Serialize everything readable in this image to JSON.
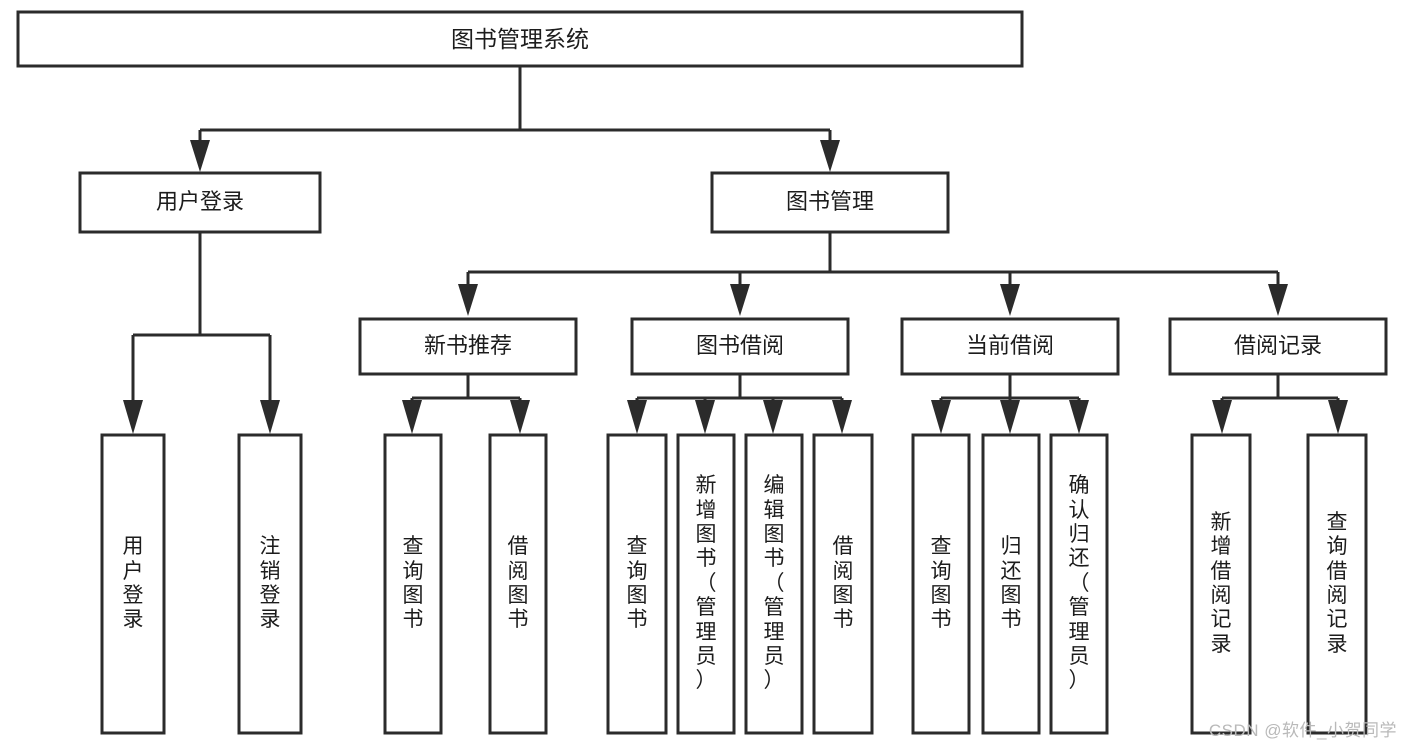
{
  "diagram": {
    "type": "tree-hierarchy",
    "title": "图书管理系统",
    "watermark": "CSDN @软件_小贺同学",
    "colors": {
      "box_stroke": "#2b2b2b",
      "box_fill": "#ffffff",
      "text": "#1c1c1c",
      "background": "#ffffff",
      "watermark": "#b9b9b9"
    },
    "root": {
      "label": "图书管理系统",
      "name": "root-node-library-management-system"
    },
    "level2": [
      {
        "label": "用户登录",
        "name": "node-user-login"
      },
      {
        "label": "图书管理",
        "name": "node-book-management"
      }
    ],
    "level3": [
      {
        "label": "新书推荐",
        "name": "node-new-book-recommend"
      },
      {
        "label": "图书借阅",
        "name": "node-book-borrow"
      },
      {
        "label": "当前借阅",
        "name": "node-current-borrow"
      },
      {
        "label": "借阅记录",
        "name": "node-borrow-record"
      }
    ],
    "leaves": [
      {
        "label": "用户登录",
        "chars": [
          "用",
          "户",
          "登",
          "录"
        ],
        "parent": "用户登录",
        "name": "leaf-user-login"
      },
      {
        "label": "注销登录",
        "chars": [
          "注",
          "销",
          "登",
          "录"
        ],
        "parent": "用户登录",
        "name": "leaf-logout"
      },
      {
        "label": "查询图书",
        "chars": [
          "查",
          "询",
          "图",
          "书"
        ],
        "parent": "新书推荐",
        "name": "leaf-query-book-1"
      },
      {
        "label": "借阅图书",
        "chars": [
          "借",
          "阅",
          "图",
          "书"
        ],
        "parent": "新书推荐",
        "name": "leaf-borrow-book-1"
      },
      {
        "label": "查询图书",
        "chars": [
          "查",
          "询",
          "图",
          "书"
        ],
        "parent": "图书借阅",
        "name": "leaf-query-book-2"
      },
      {
        "label": "新增图书（管理员）",
        "chars": [
          "新",
          "增",
          "图",
          "书",
          "（",
          "管",
          "理",
          "员",
          "）"
        ],
        "parent": "图书借阅",
        "name": "leaf-add-book-admin"
      },
      {
        "label": "编辑图书（管理员）",
        "chars": [
          "编",
          "辑",
          "图",
          "书",
          "（",
          "管",
          "理",
          "员",
          "）"
        ],
        "parent": "图书借阅",
        "name": "leaf-edit-book-admin"
      },
      {
        "label": "借阅图书",
        "chars": [
          "借",
          "阅",
          "图",
          "书"
        ],
        "parent": "图书借阅",
        "name": "leaf-borrow-book-2"
      },
      {
        "label": "查询图书",
        "chars": [
          "查",
          "询",
          "图",
          "书"
        ],
        "parent": "当前借阅",
        "name": "leaf-query-book-3"
      },
      {
        "label": "归还图书",
        "chars": [
          "归",
          "还",
          "图",
          "书"
        ],
        "parent": "当前借阅",
        "name": "leaf-return-book"
      },
      {
        "label": "确认归还（管理员）",
        "chars": [
          "确",
          "认",
          "归",
          "还",
          "（",
          "管",
          "理",
          "员",
          "）"
        ],
        "parent": "当前借阅",
        "name": "leaf-confirm-return-admin"
      },
      {
        "label": "新增借阅记录",
        "chars": [
          "新",
          "增",
          "借",
          "阅",
          "记",
          "录"
        ],
        "parent": "借阅记录",
        "name": "leaf-add-borrow-record"
      },
      {
        "label": "查询借阅记录",
        "chars": [
          "查",
          "询",
          "借",
          "阅",
          "记",
          "录"
        ],
        "parent": "借阅记录",
        "name": "leaf-query-borrow-record"
      }
    ]
  }
}
